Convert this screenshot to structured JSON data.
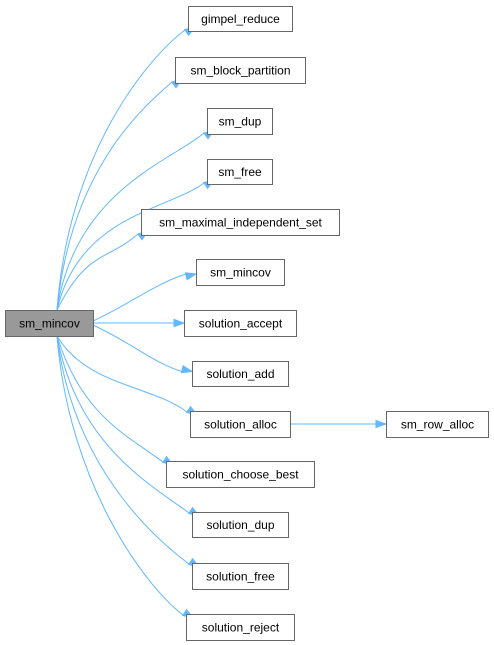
{
  "graph": {
    "root": {
      "id": "sm_mincov",
      "label": "sm_mincov"
    },
    "nodes": [
      {
        "id": "gimpel_reduce",
        "label": "gimpel_reduce"
      },
      {
        "id": "sm_block_partition",
        "label": "sm_block_partition"
      },
      {
        "id": "sm_dup",
        "label": "sm_dup"
      },
      {
        "id": "sm_free",
        "label": "sm_free"
      },
      {
        "id": "sm_maximal_independent_set",
        "label": "sm_maximal_independent_set"
      },
      {
        "id": "sm_mincov_self",
        "label": "sm_mincov"
      },
      {
        "id": "solution_accept",
        "label": "solution_accept"
      },
      {
        "id": "solution_add",
        "label": "solution_add"
      },
      {
        "id": "solution_alloc",
        "label": "solution_alloc"
      },
      {
        "id": "solution_choose_best",
        "label": "solution_choose_best"
      },
      {
        "id": "solution_dup",
        "label": "solution_dup"
      },
      {
        "id": "solution_free",
        "label": "solution_free"
      },
      {
        "id": "solution_reject",
        "label": "solution_reject"
      },
      {
        "id": "sm_row_alloc",
        "label": "sm_row_alloc"
      }
    ],
    "edges": [
      {
        "from": "sm_mincov",
        "to": "gimpel_reduce"
      },
      {
        "from": "sm_mincov",
        "to": "sm_block_partition"
      },
      {
        "from": "sm_mincov",
        "to": "sm_dup"
      },
      {
        "from": "sm_mincov",
        "to": "sm_free"
      },
      {
        "from": "sm_mincov",
        "to": "sm_maximal_independent_set"
      },
      {
        "from": "sm_mincov",
        "to": "sm_mincov_self"
      },
      {
        "from": "sm_mincov",
        "to": "solution_accept"
      },
      {
        "from": "sm_mincov",
        "to": "solution_add"
      },
      {
        "from": "sm_mincov",
        "to": "solution_alloc"
      },
      {
        "from": "sm_mincov",
        "to": "solution_choose_best"
      },
      {
        "from": "sm_mincov",
        "to": "solution_dup"
      },
      {
        "from": "sm_mincov",
        "to": "solution_free"
      },
      {
        "from": "sm_mincov",
        "to": "solution_reject"
      },
      {
        "from": "solution_alloc",
        "to": "sm_row_alloc"
      }
    ],
    "colors": {
      "edge": "#63b8ff",
      "root_fill": "#999999",
      "node_fill": "#ffffff",
      "node_border": "#666666"
    }
  }
}
